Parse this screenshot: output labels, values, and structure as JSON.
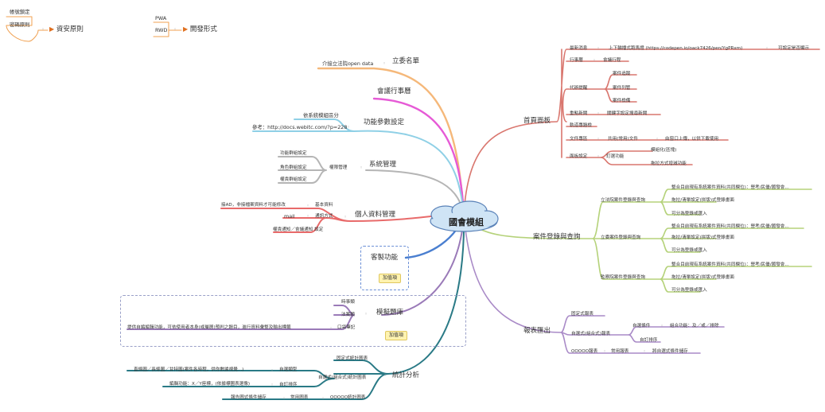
{
  "center": "國會模組",
  "topleft": {
    "label": "資安原則",
    "items": [
      "帳號鎖定",
      "密碼原則"
    ]
  },
  "dev": {
    "label": "開發形式",
    "items": [
      "PWA",
      "RWD"
    ]
  },
  "left": {
    "legislators": {
      "label": "立委名單",
      "child": "介接立法院open data"
    },
    "agenda": {
      "label": "會議行事曆"
    },
    "params": {
      "label": "功能參數設定",
      "c1": "依系統模組區分",
      "c2": "參考：http://docs.webitc.com/?p=228"
    },
    "sysmgmt": {
      "label": "系統管理",
      "perm": "權限管理",
      "items": [
        "功能群組設定",
        "角色群組設定",
        "權責群組設定"
      ]
    },
    "personal": {
      "label": "個人資料管理",
      "basic": "基本資料",
      "basic_note": "接AD，非接檔案資料才可能修改",
      "notify": "通訊方式",
      "notify_a": "mail",
      "notify_b": "權責通知／會議通知 設定"
    },
    "custom": {
      "label": "客製功能",
      "note": "加值項"
    },
    "qbank": {
      "label": "模擬題庫",
      "items": [
        "時事類",
        "法案類",
        "口袋筆記"
      ],
      "pocket_note": "提供自編編輯功能，可依使用者本身(或屬層)預判之題目，進行資料彙整及輸出標籤",
      "note": "加值項"
    },
    "stats": {
      "label": "統計分析",
      "fixed": "固定式統計圖表",
      "combo": "自選式(組合式)統計圖表",
      "combo_a": "自選類型",
      "combo_a_note": "直條圖／長條圖／甘特圖(案件各時程，供你數據視覺...)",
      "combo_b": "自訂排序",
      "combo_b_note": "編輯功能：X／Y座標，(依據標圖表選像)",
      "ooooo": "OOOOO統計圖表",
      "common": "常用圖表",
      "common_note": "報告圖式條件儲存"
    }
  },
  "right": {
    "home": {
      "label": "首頁面板",
      "news": "最新消息",
      "news_a": "上下輪播式跑馬燈 (https://codepen.io/oack7426/pen/YgPRxm)",
      "news_b": "可設定是否顯示",
      "schedule": "行事曆",
      "schedule_a": "會議行程",
      "todo": "代辦提醒",
      "todo_items": [
        "案件追蹤",
        "案件列管",
        "案件檢備"
      ],
      "keynews": "重點新聞",
      "keynews_a": "關鍵字設定搜尋新聞",
      "qa": "軌道專題檢",
      "files": "文件專區",
      "files_a": "共用(常用)文件",
      "files_b": "由窗口上傳，以供下載使用",
      "panel": "面板設定",
      "panel_a": "釘選功能",
      "panel_items": [
        "模組化(區塊)",
        "拖拉方式增減功能"
      ]
    },
    "cases": {
      "label": "案件登錄與查詢",
      "groups": [
        {
          "label": "立法院案件登錄與查詢",
          "items": [
            "整合目前現有系統案件資料(共同欄位)：營考/民優/國發會...",
            "拖拉/清單設定(拼版)式登錄畫面",
            "可分為登錄或匯入"
          ]
        },
        {
          "label": "立委案件登錄與查詢",
          "items": [
            "整合目前現有系統案件資料(共同欄位)：營考/民優/國發會...",
            "拖拉/清單設定(拼版)式登錄畫面",
            "可分為登錄或匯入"
          ]
        },
        {
          "label": "監察院案件登錄與查詢",
          "items": [
            "整合目前現有系統案件資料(共同欄位)：營考/民優/國發會...",
            "拖拉/清單設定(拼版)式登錄畫面",
            "可分為登錄或匯入"
          ]
        }
      ]
    },
    "reports": {
      "label": "報表匯出",
      "fixed": "固定式報表",
      "combo": "自選式(組合式)報表",
      "cond": "自選條件",
      "cond_a": "組合功能：及／或／排除",
      "sort": "自訂排序",
      "ooooo": "OOOOO報表",
      "common": "常用報表",
      "common_a": "將自選式條件儲存"
    }
  },
  "colors": {
    "legislators": "#f5b87a",
    "agenda": "#e65ad6",
    "params": "#8fd0e6",
    "sysmgmt": "#b5b5b5",
    "personal": "#e86a6a",
    "custom": "#4a7fd0",
    "qbank": "#9a7ab8",
    "stats": "#2a7a86",
    "home": "#d9766e",
    "cases": "#b5d27a",
    "reports": "#a98ac7",
    "topleft": "#f0a050"
  }
}
